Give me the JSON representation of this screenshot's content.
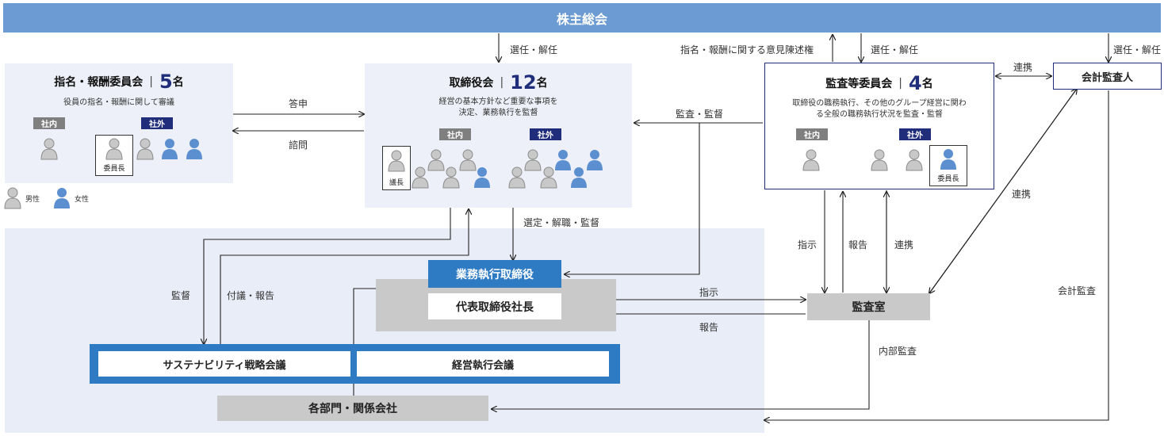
{
  "shareholders": "株主総会",
  "nom_comm": {
    "title": "指名・報酬委員会",
    "count_num": "5",
    "count_unit": "名",
    "desc": "役員の指名・報酬に関して審議",
    "tag_in": "社内",
    "tag_out": "社外",
    "chair": "委員長"
  },
  "board": {
    "title": "取締役会",
    "count_num": "12",
    "count_unit": "名",
    "desc_line1": "経営の基本方針など重要な事項を",
    "desc_line2": "決定、業務執行を監督",
    "tag_in": "社内",
    "tag_out": "社外",
    "chair": "議長"
  },
  "audit_comm": {
    "title": "監査等委員会",
    "count_num": "4",
    "count_unit": "名",
    "desc_line1": "取締役の職務執行、その他のグループ経営に関わ",
    "desc_line2": "る全般の職務執行状況を監査・監督",
    "tag_in": "社内",
    "tag_out": "社外",
    "chair": "委員長"
  },
  "accounting_auditor": "会計監査人",
  "legend": {
    "male": "男性",
    "female": "女性"
  },
  "exec_directors": "業務執行取締役",
  "president": "代表取締役社長",
  "audit_office": "監査室",
  "sustainability": "サステナビリティ戦略会議",
  "mgmt_exec": "経営執行会議",
  "departments": "各部門・関係会社",
  "labels": {
    "elect1": "選任・解任",
    "opinion": "指名・報酬に関する意見陳述権",
    "elect2": "選任・解任",
    "elect3": "選任・解任",
    "renkei1": "連携",
    "toshin": "答申",
    "shimon": "諮問",
    "kansa_kantoku": "監査・監督",
    "sentei": "選定・解職・監督",
    "renkei2": "連携",
    "shiji1": "指示",
    "hokoku1": "報告",
    "renkei3": "連携",
    "kaikei_kansa": "会計監査",
    "kantoku": "監督",
    "fugi": "付議・報告",
    "shiji2": "指示",
    "hokoku2": "報告",
    "naibu": "内部監査"
  },
  "colors": {
    "banner": "#6b9bd2",
    "panel": "#edf0f8",
    "navy": "#1f2d7a",
    "exec_blue": "#2e7bc4",
    "grey_box": "#c9c9c9",
    "male": "#c8c8c8",
    "female": "#5b8fcf"
  }
}
